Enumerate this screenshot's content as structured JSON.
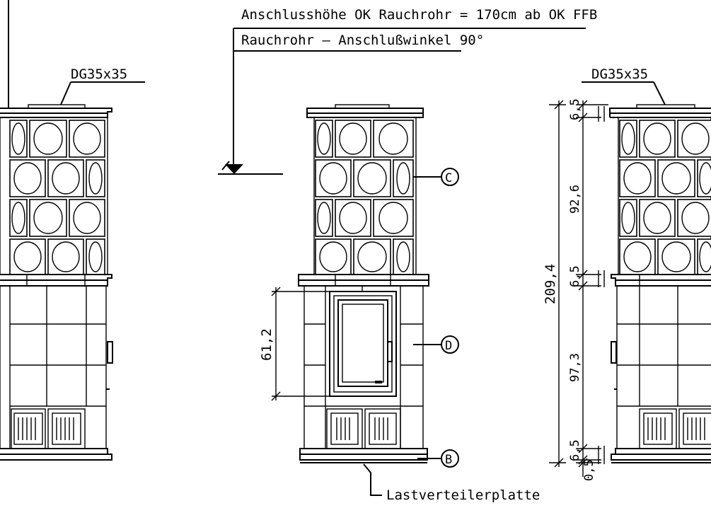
{
  "annotations": {
    "connection_height": "Anschlusshöhe OK Rauchrohr = 170cm ab OK FFB",
    "flue_angle": "Rauchrohr – Anschlußwinkel 90°",
    "cover_left": "DG35x35",
    "cover_right": "DG35x35",
    "load_plate": "Lastverteilerplatte"
  },
  "markers": {
    "c": "C",
    "d": "D",
    "b": "B"
  },
  "dimensions": {
    "door_height": "61,2",
    "total": "209,4",
    "top_cornice": "6,5",
    "upper_body": "92,6",
    "mid_cornice": "6,5",
    "lower_body": "97,3",
    "base": "6,5",
    "plate": "0,5"
  }
}
